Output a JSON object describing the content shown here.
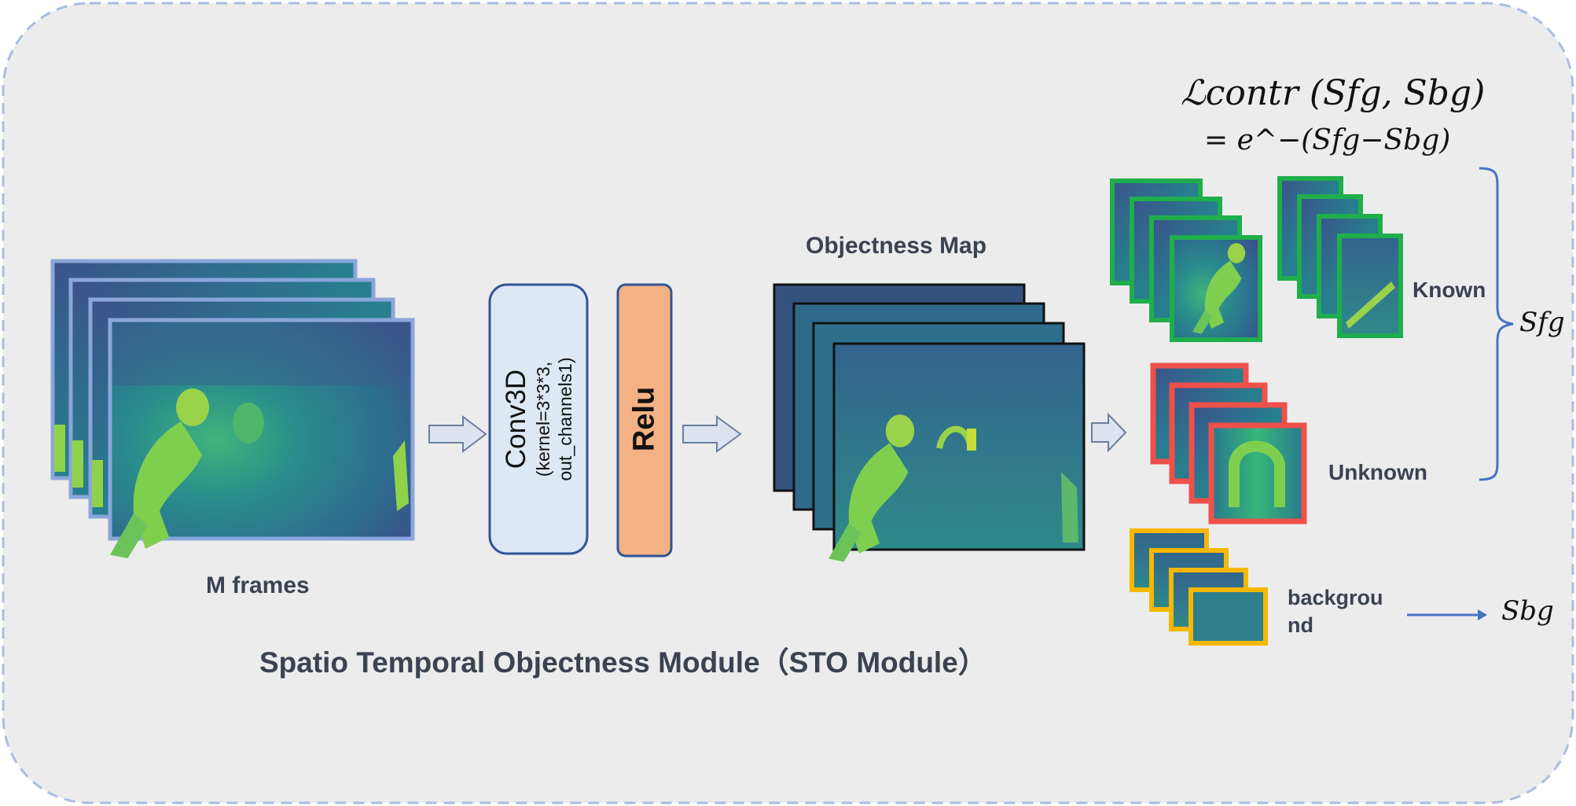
{
  "module_title": "Spatio Temporal Objectness Module（STO Module）",
  "frames_label": "M frames",
  "conv_block": {
    "title": "Conv3D",
    "params_line1": "(kernel=3*3*3,",
    "params_line2": "out_channels1)"
  },
  "relu_label": "Relu",
  "objectness_label": "Objectness Map",
  "categories": {
    "known": "Known",
    "unknown": "Unknown",
    "background_line1": "backgrou",
    "background_line2": "nd"
  },
  "loss": {
    "line1": "ℒcontr (Sfg, Sbg)",
    "line2": "= e^−(Sfg−Sbg)"
  },
  "s_fg": "Sfg",
  "s_bg": "Sbg",
  "icons": [
    "arrow-right-icon",
    "bracket-right-icon"
  ],
  "colors": {
    "panel_fill": "#ececec",
    "panel_border": "#a9bde0",
    "frame_border": "#8aa6da",
    "conv_fill": "#dde8f5",
    "conv_border": "#2f5597",
    "relu_fill": "#f4b183",
    "relu_border": "#2f5597",
    "known_border": "#1fae4c",
    "unknown_border": "#f0504a",
    "background_border": "#f5b800",
    "arrow_fill": "#dde3ee",
    "arrow_stroke": "#6b7f9e",
    "link_blue": "#4472c4"
  }
}
